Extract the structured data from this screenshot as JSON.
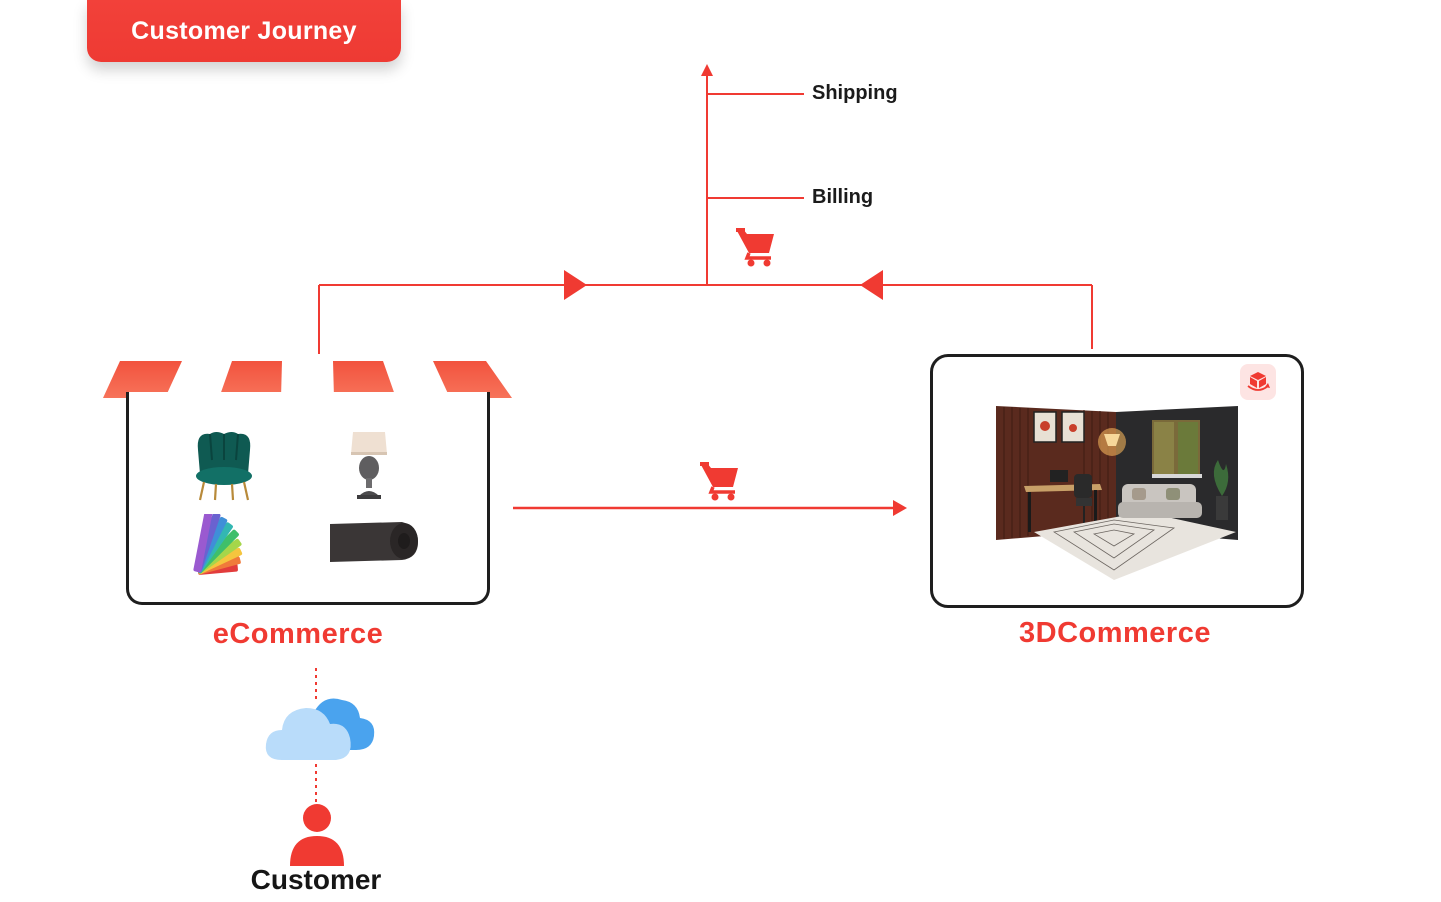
{
  "title": "Customer Journey",
  "branches": {
    "shipping": "Shipping",
    "billing": "Billing"
  },
  "nodes": {
    "ecommerce": "eCommerce",
    "threed": "3DCommerce",
    "customer": "Customer"
  },
  "colors": {
    "accent": "#f03a32",
    "outline": "#1e1e1e",
    "cloud_light": "#b9dcfa",
    "cloud_dark": "#4aa3ee",
    "badge_bg": "#fde4e3"
  },
  "icons": {
    "cart_top": "shopping-cart-icon",
    "cart_middle": "shopping-cart-icon",
    "cloud": "cloud-icon",
    "customer": "user-icon",
    "badge": "3d-cube-icon",
    "products": [
      "armchair",
      "table-lamp",
      "color-swatch-fan",
      "rolled-rug"
    ],
    "scene": "3d-living-room-render"
  }
}
